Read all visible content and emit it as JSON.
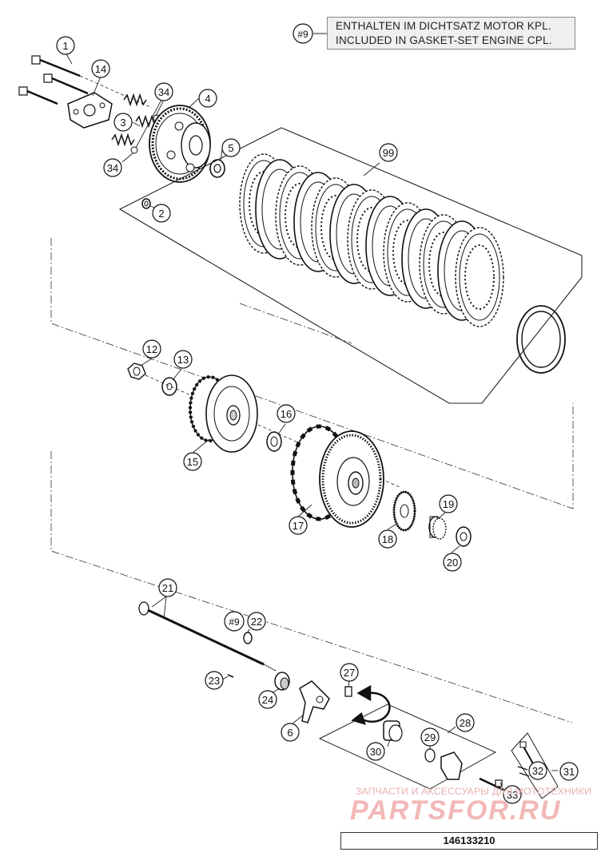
{
  "note": {
    "ref": "#9",
    "line1": "ENTHALTEN IM DICHTSATZ MOTOR KPL.",
    "line2": "INCLUDED IN GASKET-SET ENGINE CPL."
  },
  "callouts": {
    "c1": "1",
    "c14": "14",
    "c34a": "34",
    "c4": "4",
    "c3": "3",
    "c5": "5",
    "c34b": "34",
    "c2": "2",
    "c99": "99",
    "c12": "12",
    "c13": "13",
    "c16": "16",
    "c15": "15",
    "c17": "17",
    "c19": "19",
    "c18": "18",
    "c20": "20",
    "c21": "21",
    "c9b": "#9",
    "c22": "22",
    "c27": "27",
    "c23": "23",
    "c24": "24",
    "c28": "28",
    "c6": "6",
    "c29": "29",
    "c30": "30",
    "c32": "32",
    "c31": "31",
    "c33": "33"
  },
  "footer": {
    "drawing_id": "146133210"
  },
  "watermark": {
    "line1": "ЗАПЧАСТИ И АКСЕССУАРЫ ДЛЯ МОТОТЕХНИКИ",
    "logo": "PARTSFOR.RU"
  }
}
